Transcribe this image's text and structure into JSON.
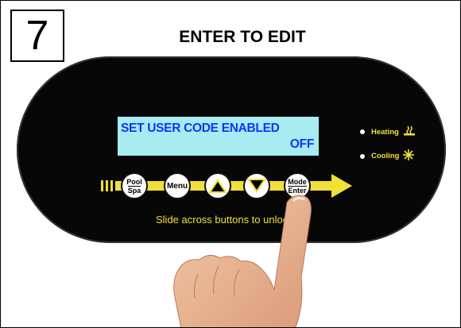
{
  "step": {
    "number": "7"
  },
  "header": {
    "title": "ENTER TO EDIT"
  },
  "lcd": {
    "line1": "SET USER CODE ENABLED",
    "line2": "OFF"
  },
  "indicators": {
    "heating": {
      "label": "Heating",
      "icon": "heating-icon"
    },
    "cooling": {
      "label": "Cooling",
      "icon": "snowflake-icon"
    }
  },
  "buttons": {
    "pool_spa": {
      "top": "Pool",
      "bottom": "Spa"
    },
    "menu": {
      "label": "Menu"
    },
    "up": {
      "icon": "up-arrow-icon"
    },
    "down": {
      "icon": "down-arrow-icon"
    },
    "mode_enter": {
      "top": "Mode",
      "bottom": "Enter"
    }
  },
  "instruction": {
    "text": "Slide across buttons to unlock"
  },
  "colors": {
    "panel": "#070708",
    "lcd_background": "#a6ecf1",
    "lcd_text": "#1431ff",
    "accent_yellow": "#f0e03a"
  }
}
